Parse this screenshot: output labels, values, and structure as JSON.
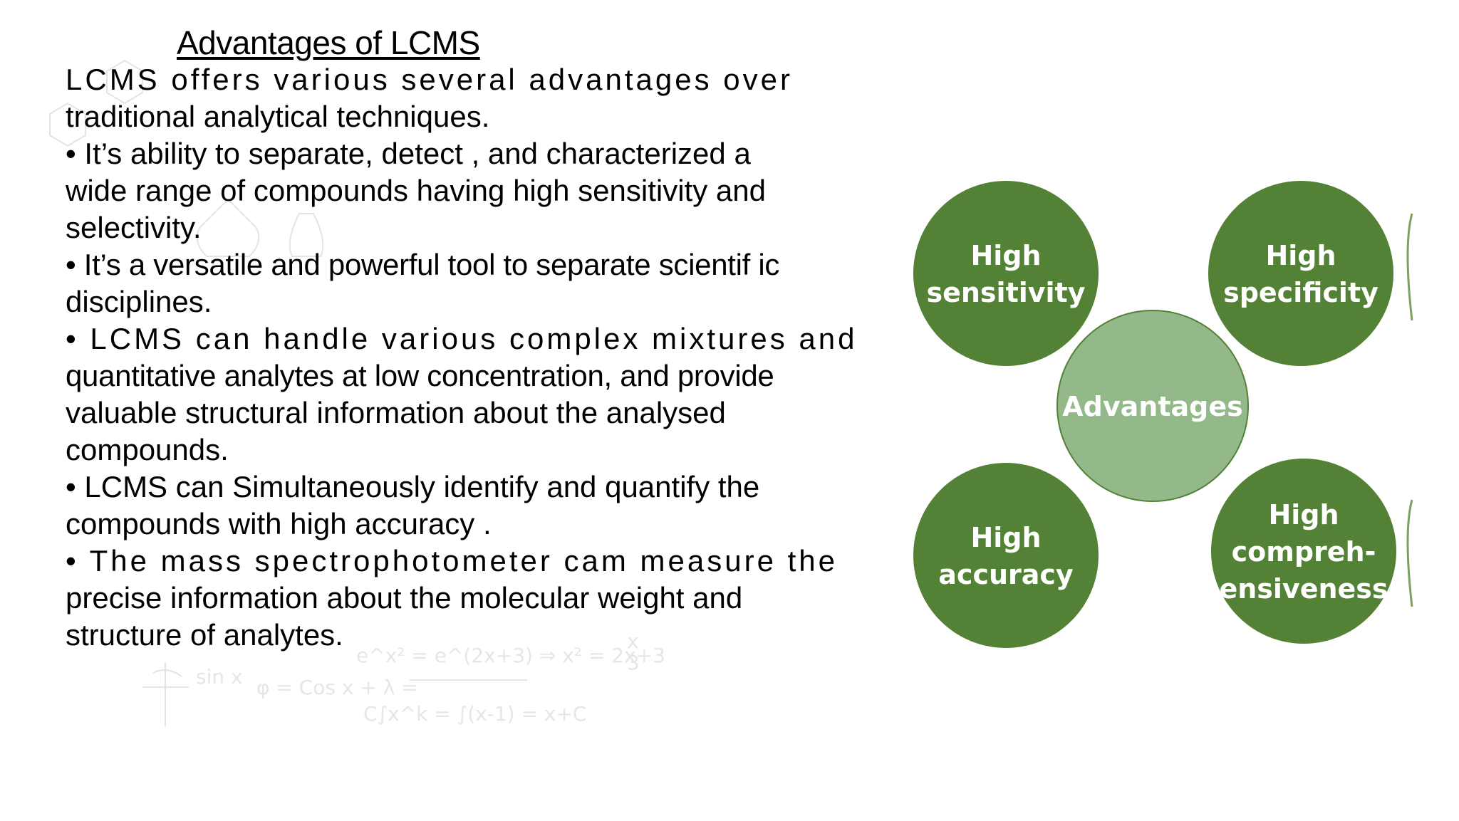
{
  "slide": {
    "title": "Advantages of LCMS",
    "lines": [
      "LCMS offers various several advantages over",
      "traditional analytical techniques.",
      "• It’s ability to separate, detect , and characterized a",
      "wide range of compounds having high sensitivity and",
      "selectivity.",
      "• It’s a versatile and powerful tool to separate scientif ic",
      "disciplines.",
      "• LCMS can handle various complex mixtures and",
      "quantitative analytes at low concentration, and provide",
      "valuable structural information about the analysed",
      "compounds.",
      "• LCMS can Simultaneously identify and quantify the",
      "compounds with high accuracy .",
      "• The mass spectrophotometer cam measure the",
      "precise information about the molecular weight and",
      "structure of analytes."
    ]
  },
  "diagram": {
    "center": "Advantages",
    "nodes": {
      "top_left": [
        "High",
        "sensitivity"
      ],
      "top_right": [
        "High",
        "specificity"
      ],
      "bottom_left": [
        "High",
        "accuracy"
      ],
      "bottom_right": [
        "High",
        "compreh-",
        "ensiveness"
      ]
    },
    "colors": {
      "node_fill": "#538135",
      "center_fill": "#93B88A",
      "center_stroke": "#538135",
      "text": "#ffffff"
    }
  }
}
